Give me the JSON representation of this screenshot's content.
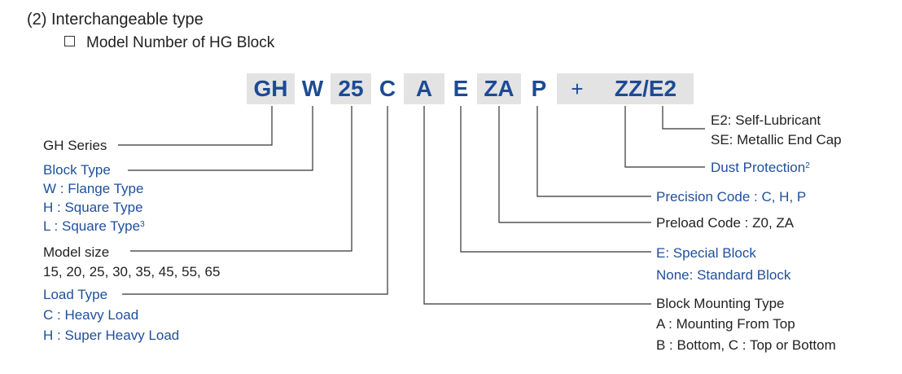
{
  "heading": "(2) Interchangeable type",
  "subheading": "Model Number of HG Block",
  "code_segments": [
    "GH",
    "W",
    "25",
    "C",
    "A",
    "E",
    "ZA",
    "P",
    "+",
    "ZZ/E2"
  ],
  "left_groups": {
    "series": "GH Series",
    "block_type_title": "Block  Type",
    "block_type_opts": [
      "W : Flange  Type",
      "H : Square Type",
      "L : Square Type"
    ],
    "block_type_note": "3",
    "model_size_title": "Model size",
    "model_size_values": "15, 20, 25, 30, 35, 45, 55, 65",
    "load_type_title": "Load Type",
    "load_type_opts": [
      "C : Heavy Load",
      "H : Super Heavy Load"
    ]
  },
  "right_groups": {
    "lubricant_opts": [
      "E2: Self-Lubricant",
      "SE: Metallic End Cap"
    ],
    "dust_protection": "Dust Protection",
    "dust_note": "2",
    "precision": "Precision Code : C, H, P",
    "preload": "Preload Code : Z0, ZA",
    "special_block": "E: Special Block",
    "standard_block": "None: Standard Block",
    "mounting_title": "Block Mounting Type",
    "mounting_opts": [
      "A : Mounting From Top",
      "B : Bottom, C : Top or Bottom"
    ]
  },
  "colors": {
    "label_blue": "#1f4f9c",
    "code_blue": "#1c4a96",
    "shade": "#e3e3e3",
    "line": "#333333"
  }
}
